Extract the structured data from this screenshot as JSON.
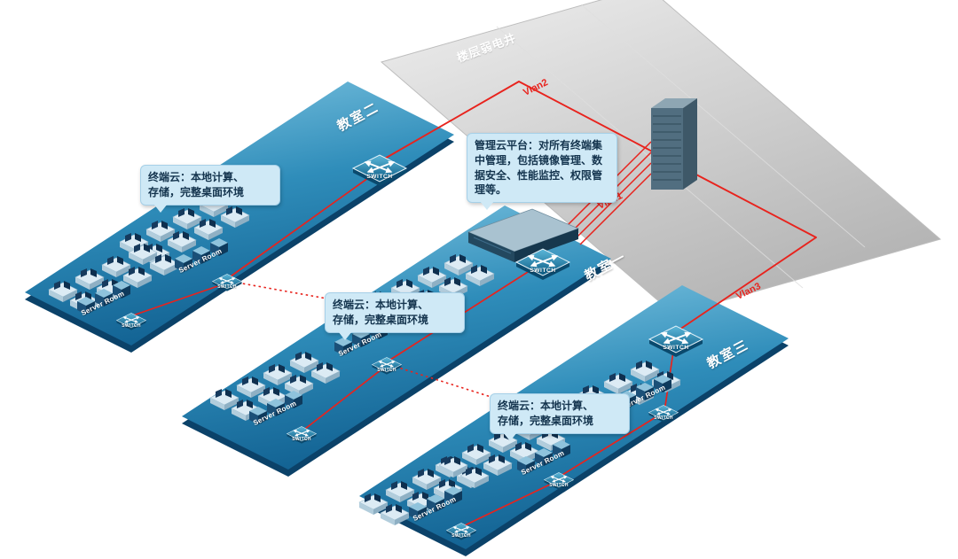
{
  "diagram": {
    "area_label": "楼层弱电井",
    "rooms": [
      {
        "name": "教室二"
      },
      {
        "name": "教室一"
      },
      {
        "name": "教室三"
      }
    ],
    "vlan_labels": [
      "Vlan2",
      "Vlan1",
      "Vlan3"
    ],
    "switch_label": "SWITCH",
    "server_room_label": "Server Room",
    "callouts": {
      "terminal_cloud": "终端云：本地计算、\n存储，完整桌面环境",
      "management_cloud": "管理云平台：对所有终端集中管理，包括镜像管理、数据安全、性能监控、权限管理等。"
    },
    "colors": {
      "platform_blue": "#2180b0",
      "floor_gray": "#c9c9c9",
      "cable_red": "#e8231d",
      "callout_bg": "#cfe9f6"
    }
  }
}
